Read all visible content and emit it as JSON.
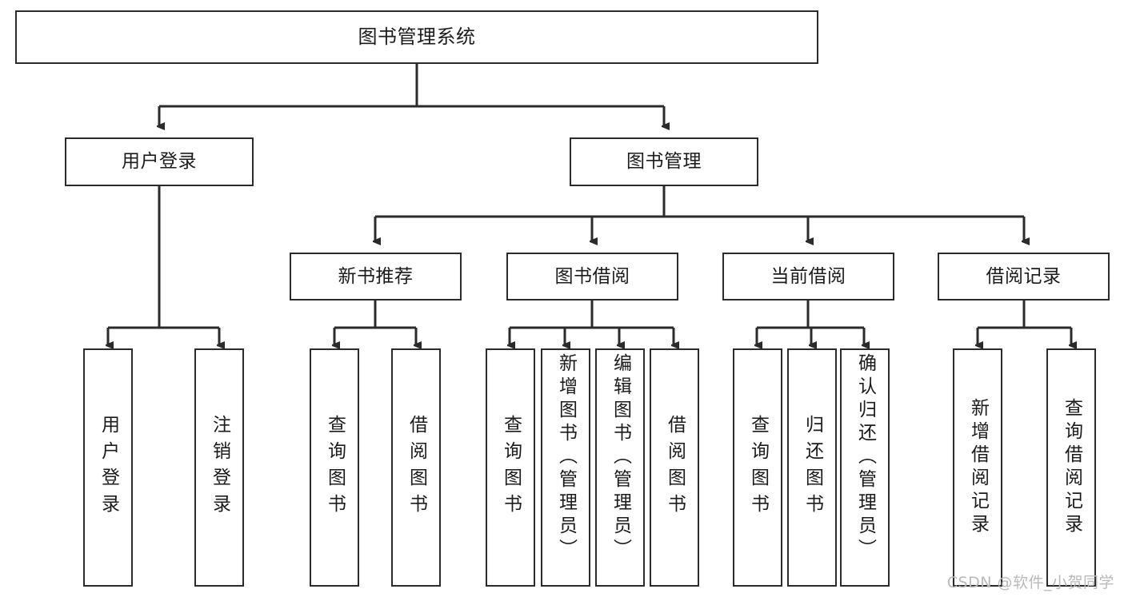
{
  "diagram": {
    "type": "tree",
    "title": "图书管理系统",
    "orientation": "top-down",
    "colors": {
      "node_border": "#2b2b2b",
      "node_fill": "#ffffff",
      "edge": "#2b2b2b",
      "text": "#1b1b1b",
      "watermark": "#b9b9b9",
      "background": "#ffffff"
    },
    "root": {
      "label": "图书管理系统"
    },
    "level2": [
      {
        "label": "用户登录"
      },
      {
        "label": "图书管理"
      }
    ],
    "level3": [
      {
        "label": "新书推荐"
      },
      {
        "label": "图书借阅"
      },
      {
        "label": "当前借阅"
      },
      {
        "label": "借阅记录"
      }
    ],
    "leaves": {
      "user_login": [
        {
          "label": "用户登录"
        },
        {
          "label": "注销登录"
        }
      ],
      "new_book_recommend": [
        {
          "label": "查询图书"
        },
        {
          "label": "借阅图书"
        }
      ],
      "book_borrow": [
        {
          "label": "查询图书"
        },
        {
          "label": "新增图书（管理员）"
        },
        {
          "label": "编辑图书（管理员）"
        },
        {
          "label": "借阅图书"
        }
      ],
      "current_borrow": [
        {
          "label": "查询图书"
        },
        {
          "label": "归还图书"
        },
        {
          "label": "确认归还（管理员）"
        }
      ],
      "borrow_record": [
        {
          "label": "新增借阅记录"
        },
        {
          "label": "查询借阅记录"
        }
      ]
    }
  },
  "watermark": {
    "text": "CSDN @软件_小贺同学"
  }
}
